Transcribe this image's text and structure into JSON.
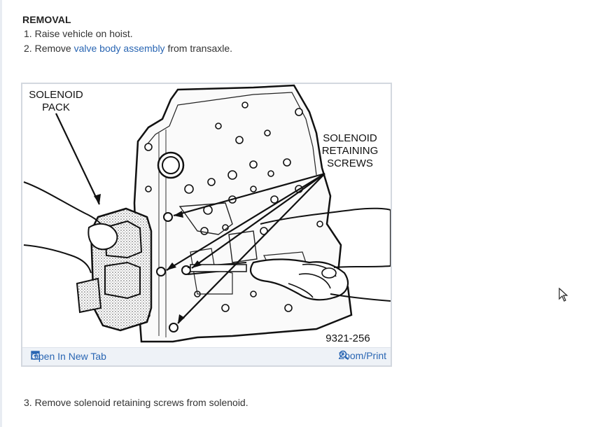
{
  "section": {
    "heading": "REMOVAL",
    "steps": [
      {
        "number": "1.",
        "text": "Raise vehicle on hoist."
      },
      {
        "number": "2.",
        "prefix": "Remove ",
        "link": "valve body assembly",
        "suffix": " from transaxle."
      },
      {
        "number": "3.",
        "text": "Remove solenoid retaining screws from solenoid."
      }
    ]
  },
  "figure": {
    "callouts": {
      "pack_line1": "SOLENOID",
      "pack_line2": "PACK",
      "screws_line1": "SOLENOID",
      "screws_line2": "RETAINING",
      "screws_line3": "SCREWS"
    },
    "figure_number": "9321-256",
    "open_tab_label": "Open In New Tab",
    "zoom_label": "Zoom/Print",
    "icons": {
      "open_tab": "open-in-new-tab-icon",
      "zoom": "zoom-magnifier-icon"
    }
  },
  "colors": {
    "link": "#2a66b3",
    "toolbar_bg": "#eef2f7",
    "frame_border": "#d3d8df"
  }
}
